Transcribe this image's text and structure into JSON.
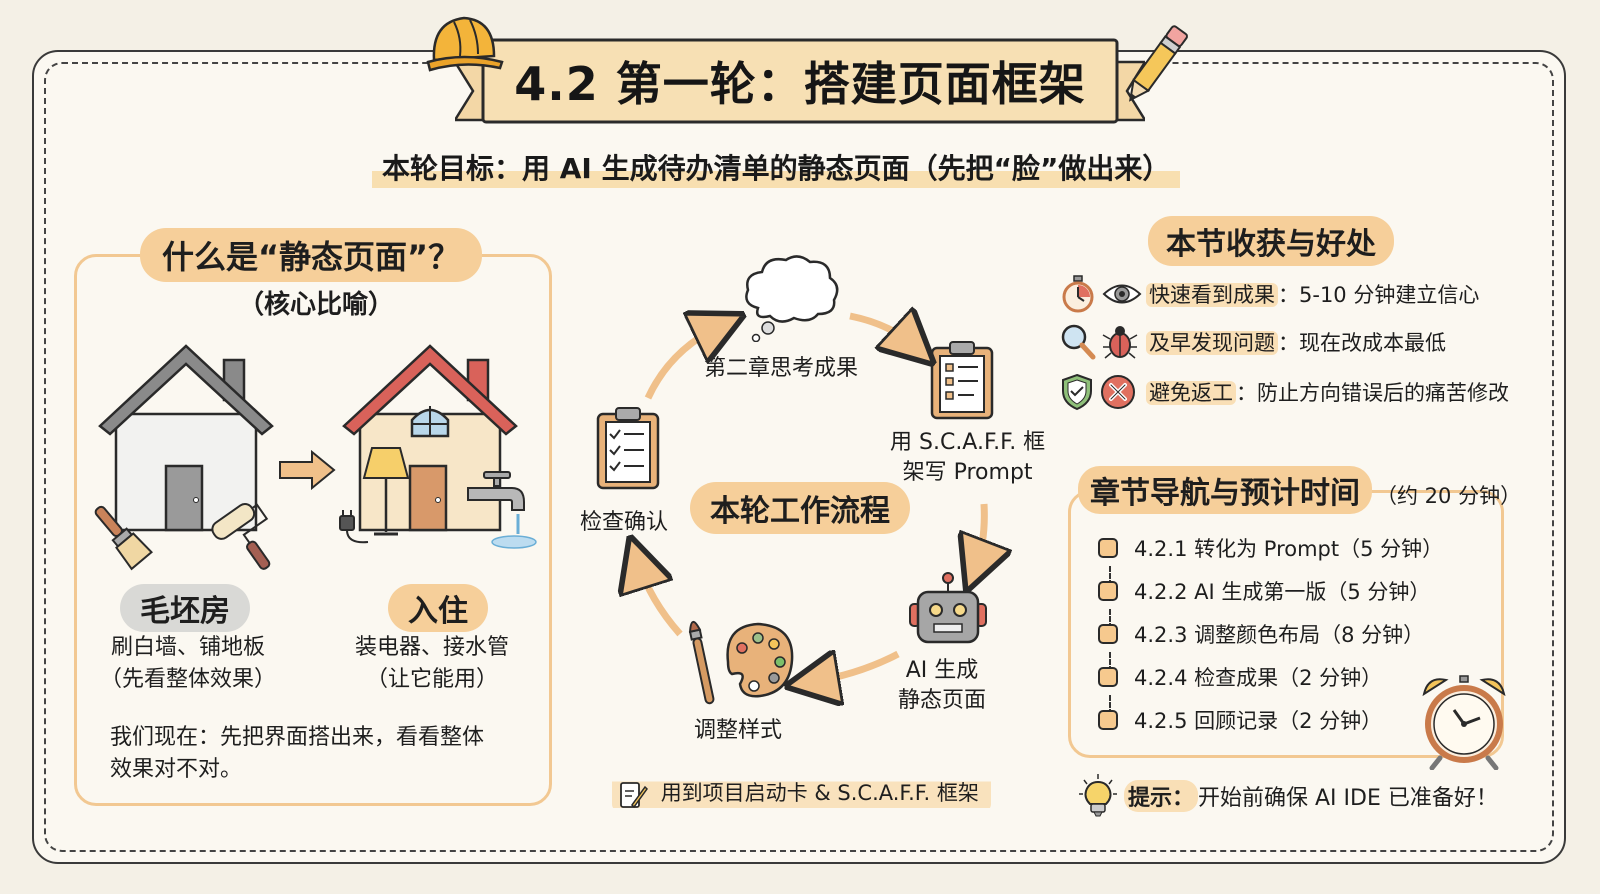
{
  "header": {
    "title": "4.2 第一轮：搭建页面框架",
    "subtitle": "本轮目标：用 AI 生成待办清单的静态页面（先把“脸”做出来）",
    "icons": [
      "hard-hat-icon",
      "pencil-icon"
    ]
  },
  "left_panel": {
    "heading": "什么是“静态页面”？",
    "subheading": "（核心比喻）",
    "before": {
      "label": "毛坯房",
      "desc_line1": "刷白墙、铺地板",
      "desc_line2": "（先看整体效果）",
      "icons": [
        "gray-house-icon",
        "paint-brush-icon",
        "paint-roller-icon"
      ]
    },
    "after": {
      "label": "入住",
      "desc_line1": "装电器、接水管",
      "desc_line2": "（让它能用）",
      "icons": [
        "furnished-house-icon",
        "lamp-icon",
        "plug-icon",
        "faucet-icon"
      ]
    },
    "arrow": "right-arrow-icon",
    "note_line1": "我们现在：先把界面搭出来，看看整体",
    "note_line2": "效果对不对。"
  },
  "workflow": {
    "center_label": "本轮工作流程",
    "steps": [
      {
        "label": "第二章思考成果",
        "icon": "thought-cloud-icon"
      },
      {
        "label_line1": "用 S.C.A.F.F. 框",
        "label_line2": "架写 Prompt",
        "icon": "clipboard-list-icon"
      },
      {
        "label_line1": "AI 生成",
        "label_line2": "静态页面",
        "icon": "robot-icon"
      },
      {
        "label": "调整样式",
        "icon": "palette-brush-icon"
      },
      {
        "label": "检查确认",
        "icon": "clipboard-check-icon"
      }
    ],
    "footer": "用到项目启动卡 & S.C.A.F.F. 框架",
    "footer_icon": "notepad-pencil-icon"
  },
  "benefits": {
    "heading": "本节收获与好处",
    "items": [
      {
        "key": "快速看到成果",
        "value": "：5-10 分钟建立信心",
        "icons": [
          "stopwatch-icon",
          "eye-icon"
        ]
      },
      {
        "key": "及早发现问题",
        "value": "：现在改成本最低",
        "icons": [
          "magnifier-icon",
          "bug-icon"
        ]
      },
      {
        "key": "避免返工",
        "value": "：防止方向错误后的痛苦修改",
        "icons": [
          "shield-check-icon",
          "x-circle-icon"
        ]
      }
    ]
  },
  "navigation": {
    "heading": "章节导航与预计时间",
    "total_time": "（约 20 分钟）",
    "items": [
      {
        "label": "4.2.1 转化为 Prompt（5 分钟）"
      },
      {
        "label": "4.2.2 AI 生成第一版（5 分钟）"
      },
      {
        "label": "4.2.3 调整颜色布局（8 分钟）"
      },
      {
        "label": "4.2.4 检查成果（2 分钟）"
      },
      {
        "label": "4.2.5 回顾记录（2 分钟）"
      }
    ],
    "icon": "alarm-clock-icon"
  },
  "tip": {
    "label": "提示：",
    "text": "开始前确保 AI IDE 已准备好！",
    "icon": "lightbulb-icon"
  },
  "colors": {
    "background": "#f4f0e6",
    "card": "#fbf8f1",
    "accent": "#f6cf9a",
    "accent_border": "#f2c892",
    "roof_red": "#d9625a",
    "ink": "#1e1e1e"
  }
}
